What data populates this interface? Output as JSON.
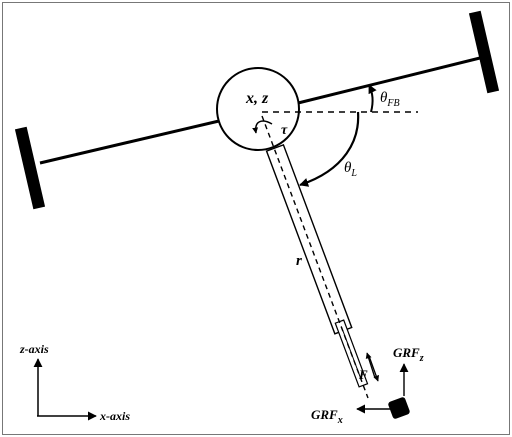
{
  "labels": {
    "body_xz": "x, z",
    "torque": "τ",
    "theta_fb_main": "θ",
    "theta_fb_sub": "FB",
    "theta_l_main": "θ",
    "theta_l_sub": "L",
    "leg_length": "r",
    "force": "F",
    "grf_z_main": "GRF",
    "grf_z_sub": "z",
    "grf_x_main": "GRF",
    "grf_x_sub": "x",
    "z_axis": "z-axis",
    "x_axis": "x-axis"
  },
  "colors": {
    "ink": "#000000",
    "frame": "#777777",
    "background": "#ffffff"
  }
}
